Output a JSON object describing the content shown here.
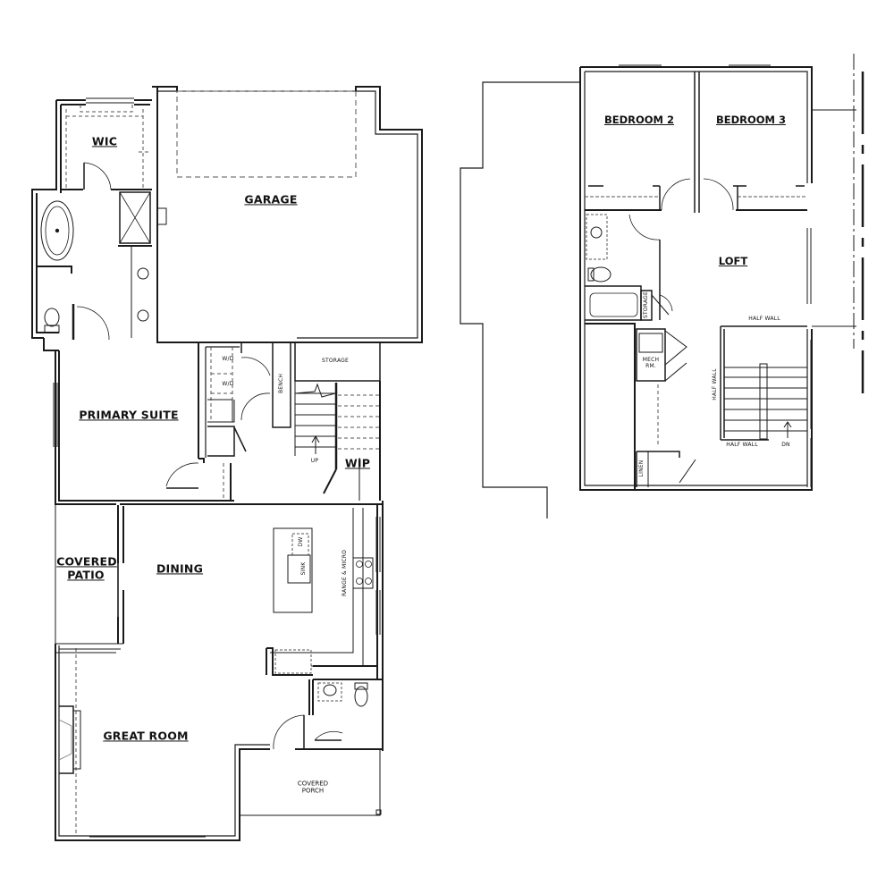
{
  "drawing": {
    "type": "architectural floor plan",
    "levels": [
      "first_floor",
      "second_floor"
    ]
  },
  "first_floor": {
    "rooms": {
      "wic": "WIC",
      "garage": "GARAGE",
      "primary_suite": "PRIMARY SUITE",
      "covered_patio": "COVERED\nPATIO",
      "covered_patio_line1": "COVERED",
      "covered_patio_line2": "PATIO",
      "dining": "DINING",
      "great_room": "GREAT ROOM",
      "wip": "WIP",
      "covered_porch_line1": "COVERED",
      "covered_porch_line2": "PORCH",
      "storage": "STORAGE"
    },
    "fixtures": {
      "wd_1": "W/D",
      "wd_2": "W/D",
      "bench": "BENCH",
      "stair_up": "UP",
      "dw": "DW",
      "sink": "SINK",
      "range_micro": "RANGE & MICRO"
    }
  },
  "second_floor": {
    "rooms": {
      "bedroom_2": "BEDROOM 2",
      "bedroom_3": "BEDROOM 3",
      "loft": "LOFT"
    },
    "fixtures": {
      "half_wall_top": "HALF WALL",
      "half_wall_side": "HALF WALL",
      "half_wall_bottom": "HALF WALL",
      "stair_down": "DN",
      "storage": "STORAGE",
      "mech_rm_line1": "MECH",
      "mech_rm_line2": "RM.",
      "linen": "LINEN"
    }
  },
  "colors": {
    "wall": "#1a1a1a",
    "line": "#333333",
    "dashed": "#555555",
    "background": "#ffffff"
  }
}
